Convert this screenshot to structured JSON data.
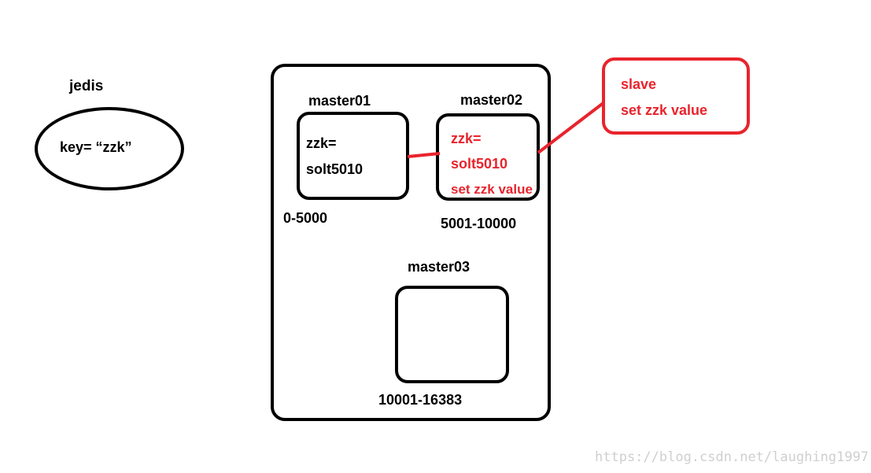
{
  "client": {
    "label": "jedis",
    "key_text": "key=  “zzk”"
  },
  "cluster": {
    "master01": {
      "title": "master01",
      "line1": "zzk=",
      "line2": "solt5010",
      "range": "0-5000"
    },
    "master02": {
      "title": "master02",
      "line1": "zzk=",
      "line2": "solt5010",
      "line3": "set zzk   value",
      "range": "5001-10000"
    },
    "master03": {
      "title": "master03",
      "range": "10001-16383"
    }
  },
  "slave_note": {
    "line1": "slave",
    "line2": "set zzk value"
  },
  "watermark": "https://blog.csdn.net/laughing1997",
  "colors": {
    "outline": "#000000",
    "accent": "#e8242d",
    "watermark": "#cfcfcf"
  }
}
